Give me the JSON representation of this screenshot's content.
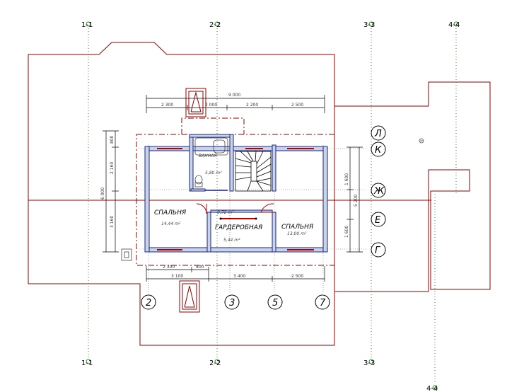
{
  "sections": {
    "s1_top": "1-1",
    "s2_top": "2-2",
    "s3_top": "3-3",
    "s4_top": "4-4",
    "s1_bottom": "1-1",
    "s2_bottom": "2-2",
    "s3_bottom": "3-3",
    "s4_bottom": "4-4"
  },
  "axes_letter": [
    "Л",
    "К",
    "Ж",
    "Е",
    "Г"
  ],
  "axes_number": [
    "2",
    "3",
    "5",
    "7"
  ],
  "dims_top": {
    "overall": "9 000",
    "seg1": "2 300",
    "seg2": "2 000",
    "seg3": "2 200",
    "seg4": "2 500"
  },
  "dims_bottom": {
    "r1a": "2 300",
    "r1b": "800",
    "r2a": "3 100",
    "r2b": "3 400",
    "r2c": "2 500"
  },
  "dims_left": {
    "overall": "6 000",
    "a": "800",
    "b": "2 160",
    "c": "3 160"
  },
  "dims_right": {
    "overall": "5 200",
    "a": "1 600",
    "b": "1 600"
  },
  "rooms": [
    {
      "name": "ВАННАЯ",
      "area": "5,80 m²"
    },
    {
      "name": "СПАЛЬНЯ",
      "area": "14,44 m²"
    },
    {
      "name": "",
      "area": "8,72 m²"
    },
    {
      "name": "ГАРДЕРОБНАЯ",
      "area": "5,44 m²"
    },
    {
      "name": "СПАЛЬНЯ",
      "area": "13,00 m²"
    }
  ],
  "colors": {
    "outline": "#8b0000",
    "axis": "#2e8b2e",
    "wall_fill": "#c9d4e8",
    "wall_stroke": "#1a237e"
  }
}
